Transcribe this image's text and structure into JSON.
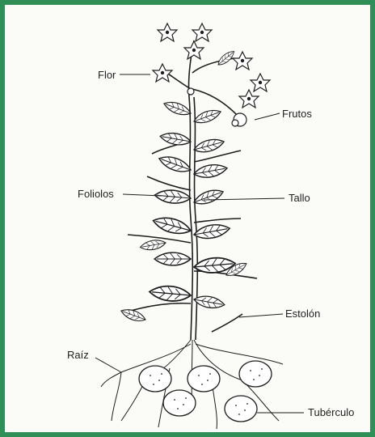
{
  "labels": {
    "flor": "Flor",
    "frutos": "Frutos",
    "foliolos": "Foliolos",
    "tallo": "Tallo",
    "estolon": "Estolón",
    "raiz": "Raíz",
    "tuberculo": "Tubérculo"
  },
  "colors": {
    "frame": "#2f8f57",
    "ink": "#1e1e1e",
    "paper": "#fbfbf8"
  }
}
